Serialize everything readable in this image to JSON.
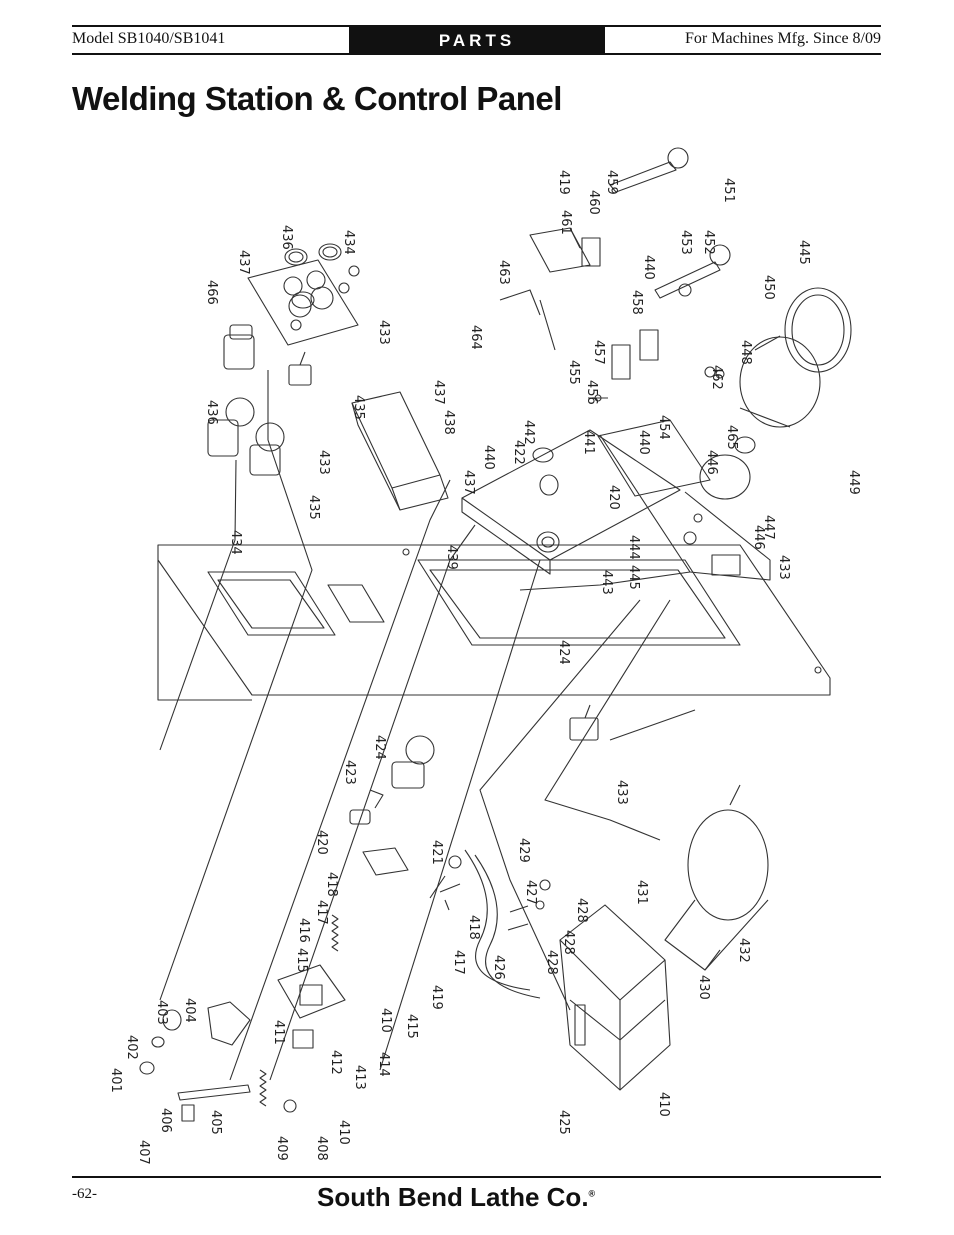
{
  "header": {
    "model": "Model SB1040/SB1041",
    "section": "PARTS",
    "mfg_note": "For Machines Mfg. Since 8/09"
  },
  "title": "Welding Station & Control Panel",
  "diagram": {
    "part_labels": [
      {
        "id": "p401",
        "text": "401"
      },
      {
        "id": "p402",
        "text": "402"
      },
      {
        "id": "p403",
        "text": "403"
      },
      {
        "id": "p404",
        "text": "404"
      },
      {
        "id": "p405",
        "text": "405"
      },
      {
        "id": "p406",
        "text": "406"
      },
      {
        "id": "p407",
        "text": "407"
      },
      {
        "id": "p408",
        "text": "408"
      },
      {
        "id": "p409",
        "text": "409"
      },
      {
        "id": "p410a",
        "text": "410"
      },
      {
        "id": "p410b",
        "text": "410"
      },
      {
        "id": "p410c",
        "text": "410"
      },
      {
        "id": "p411",
        "text": "411"
      },
      {
        "id": "p412",
        "text": "412"
      },
      {
        "id": "p413",
        "text": "413"
      },
      {
        "id": "p414",
        "text": "414"
      },
      {
        "id": "p415a",
        "text": "415"
      },
      {
        "id": "p415b",
        "text": "415"
      },
      {
        "id": "p416",
        "text": "416"
      },
      {
        "id": "p417a",
        "text": "417"
      },
      {
        "id": "p417b",
        "text": "417"
      },
      {
        "id": "p418a",
        "text": "418"
      },
      {
        "id": "p418b",
        "text": "418"
      },
      {
        "id": "p419a",
        "text": "419"
      },
      {
        "id": "p419b",
        "text": "419"
      },
      {
        "id": "p420a",
        "text": "420"
      },
      {
        "id": "p420b",
        "text": "420"
      },
      {
        "id": "p421",
        "text": "421"
      },
      {
        "id": "p422",
        "text": "422"
      },
      {
        "id": "p423",
        "text": "423"
      },
      {
        "id": "p424a",
        "text": "424"
      },
      {
        "id": "p424b",
        "text": "424"
      },
      {
        "id": "p425",
        "text": "425"
      },
      {
        "id": "p426",
        "text": "426"
      },
      {
        "id": "p427",
        "text": "427"
      },
      {
        "id": "p428a",
        "text": "428"
      },
      {
        "id": "p428b",
        "text": "428"
      },
      {
        "id": "p428c",
        "text": "428"
      },
      {
        "id": "p429",
        "text": "429"
      },
      {
        "id": "p430",
        "text": "430"
      },
      {
        "id": "p431",
        "text": "431"
      },
      {
        "id": "p432",
        "text": "432"
      },
      {
        "id": "p433a",
        "text": "433"
      },
      {
        "id": "p433b",
        "text": "433"
      },
      {
        "id": "p433c",
        "text": "433"
      },
      {
        "id": "p433d",
        "text": "433"
      },
      {
        "id": "p434a",
        "text": "434"
      },
      {
        "id": "p434b",
        "text": "434"
      },
      {
        "id": "p435a",
        "text": "435"
      },
      {
        "id": "p435b",
        "text": "435"
      },
      {
        "id": "p436a",
        "text": "436"
      },
      {
        "id": "p436b",
        "text": "436"
      },
      {
        "id": "p437a",
        "text": "437"
      },
      {
        "id": "p437b",
        "text": "437"
      },
      {
        "id": "p437c",
        "text": "437"
      },
      {
        "id": "p438",
        "text": "438"
      },
      {
        "id": "p439",
        "text": "439"
      },
      {
        "id": "p440a",
        "text": "440"
      },
      {
        "id": "p440b",
        "text": "440"
      },
      {
        "id": "p440c",
        "text": "440"
      },
      {
        "id": "p441",
        "text": "441"
      },
      {
        "id": "p442",
        "text": "442"
      },
      {
        "id": "p443",
        "text": "443"
      },
      {
        "id": "p444",
        "text": "444"
      },
      {
        "id": "p445a",
        "text": "445"
      },
      {
        "id": "p445b",
        "text": "445"
      },
      {
        "id": "p446a",
        "text": "446"
      },
      {
        "id": "p446b",
        "text": "446"
      },
      {
        "id": "p447",
        "text": "447"
      },
      {
        "id": "p448",
        "text": "448"
      },
      {
        "id": "p449",
        "text": "449"
      },
      {
        "id": "p450",
        "text": "450"
      },
      {
        "id": "p451",
        "text": "451"
      },
      {
        "id": "p452",
        "text": "452"
      },
      {
        "id": "p453",
        "text": "453"
      },
      {
        "id": "p454",
        "text": "454"
      },
      {
        "id": "p455",
        "text": "455"
      },
      {
        "id": "p456",
        "text": "456"
      },
      {
        "id": "p457",
        "text": "457"
      },
      {
        "id": "p458",
        "text": "458"
      },
      {
        "id": "p459",
        "text": "459"
      },
      {
        "id": "p460",
        "text": "460"
      },
      {
        "id": "p461",
        "text": "461"
      },
      {
        "id": "p462",
        "text": "462"
      },
      {
        "id": "p463",
        "text": "463"
      },
      {
        "id": "p464",
        "text": "464"
      },
      {
        "id": "p465",
        "text": "465"
      },
      {
        "id": "p466",
        "text": "466"
      }
    ]
  },
  "footer": {
    "page_number": "-62-",
    "brand": "South Bend Lathe Co.",
    "brand_mark": "®"
  }
}
